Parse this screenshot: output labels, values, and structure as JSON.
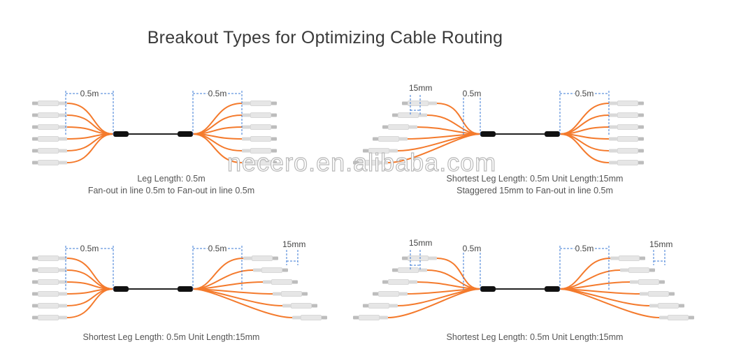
{
  "title": "Breakout Types for Optimizing Cable Routing",
  "watermark": "necero.en.alibaba.com",
  "colors": {
    "fiber": "#f47a2c",
    "trunk": "#222222",
    "dim": "#3a78d6",
    "connector": "#e6e6e6",
    "boot": "#d9d9d9"
  },
  "diagrams": [
    {
      "left_label": "0.5m",
      "right_label": "0.5m",
      "left_stagger_label": "",
      "right_stagger_label": "",
      "caption_line1": "Leg Length: 0.5m",
      "caption_line2": "Fan-out in line 0.5m to Fan-out in line 0.5m"
    },
    {
      "left_label": "0.5m",
      "right_label": "0.5m",
      "left_stagger_label": "15mm",
      "right_stagger_label": "",
      "caption_line1": "Shortest Leg Length: 0.5m  Unit Length:15mm",
      "caption_line2": "Staggered 15mm to Fan-out in line 0.5m"
    },
    {
      "left_label": "0.5m",
      "right_label": "0.5m",
      "left_stagger_label": "",
      "right_stagger_label": "15mm",
      "caption_line1": "Shortest Leg Length: 0.5m  Unit Length:15mm",
      "caption_line2": ""
    },
    {
      "left_label": "0.5m",
      "right_label": "0.5m",
      "left_stagger_label": "15mm",
      "right_stagger_label": "15mm",
      "caption_line1": "Shortest Leg Length: 0.5m  Unit Length:15mm",
      "caption_line2": ""
    }
  ]
}
